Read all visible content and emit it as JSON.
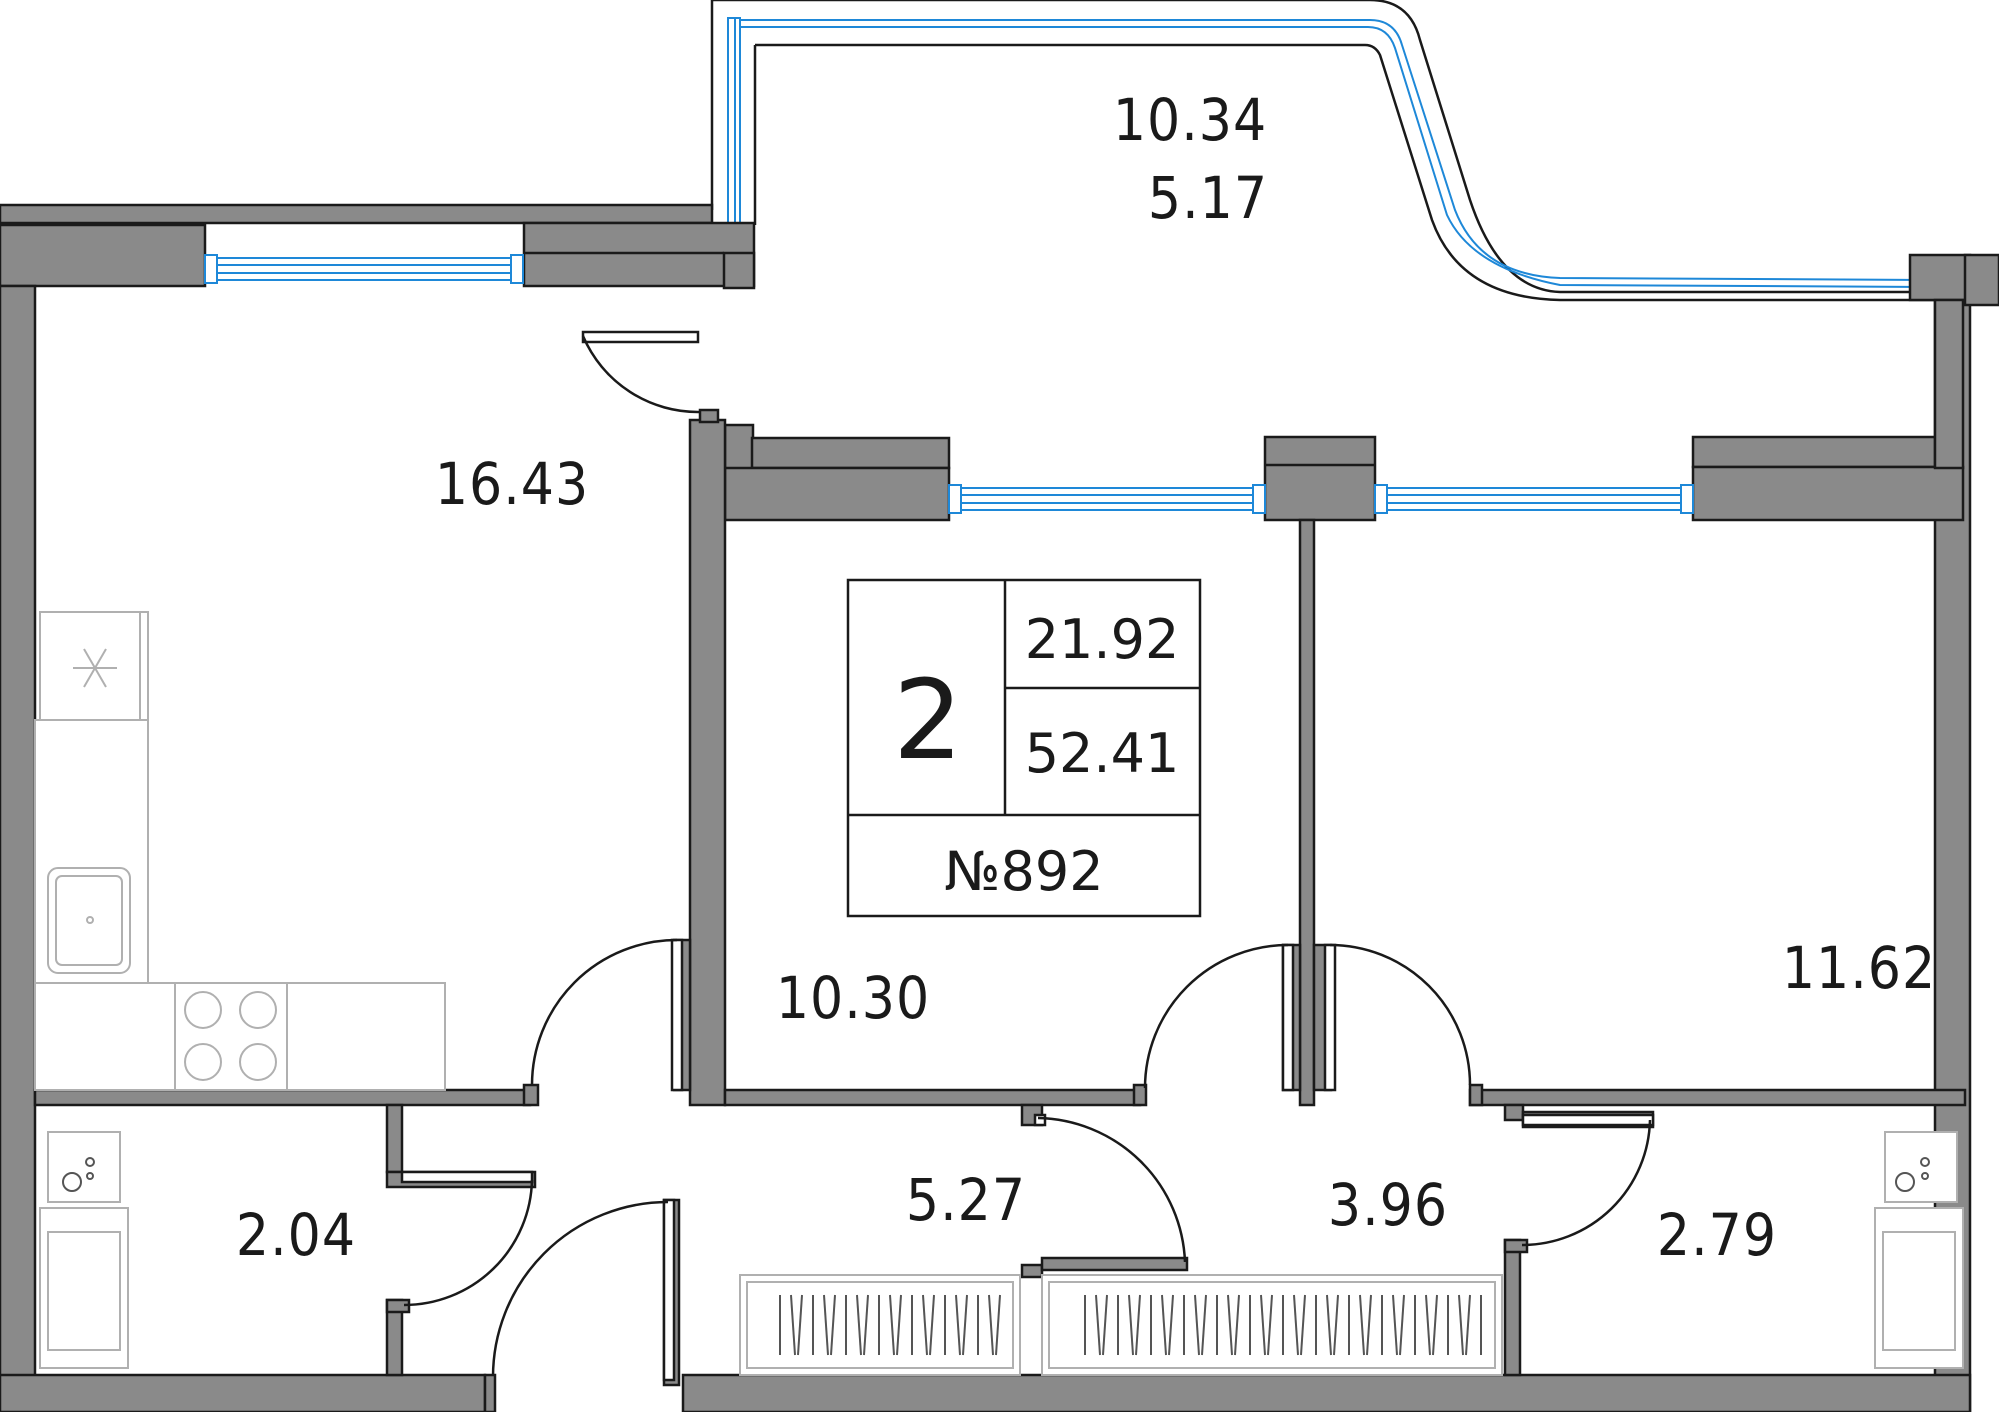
{
  "apartment": {
    "rooms": "2",
    "living_area": "21.92",
    "total_area": "52.41",
    "number": "№892"
  },
  "room_areas": [
    {
      "id": "loggia",
      "values": [
        "10.34",
        "5.17"
      ]
    },
    {
      "id": "kitchen",
      "values": [
        "16.43"
      ]
    },
    {
      "id": "bedroom-left",
      "values": [
        "10.30"
      ]
    },
    {
      "id": "bedroom-right",
      "values": [
        "11.62"
      ]
    },
    {
      "id": "bathroom-left",
      "values": [
        "2.04"
      ]
    },
    {
      "id": "hallway",
      "values": [
        "5.27"
      ]
    },
    {
      "id": "corridor",
      "values": [
        "3.96"
      ]
    },
    {
      "id": "bathroom-right",
      "values": [
        "2.79"
      ]
    }
  ],
  "colors": {
    "wall_fill": "#8a8a8a",
    "window_glass": "#1e88d8",
    "furniture": "#b0b0b0",
    "ink": "#1a1a1a"
  }
}
